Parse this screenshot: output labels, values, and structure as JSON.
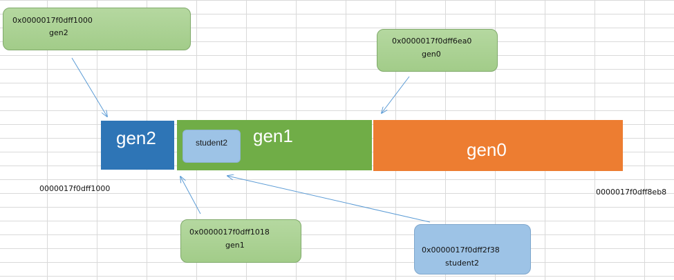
{
  "segments": {
    "gen2": "gen2",
    "gen1": "gen1",
    "gen0": "gen0",
    "student2_inner": "student2"
  },
  "callouts": {
    "gen2": {
      "address": "0x0000017f0dff1000",
      "name": "gen2"
    },
    "gen0": {
      "address": "0x0000017f0dff6ea0",
      "name": "gen0"
    },
    "gen1": {
      "address": "0x0000017f0dff1018",
      "name": "gen1"
    },
    "student2": {
      "address": "0x0000017f0dff2f38",
      "name": "student2"
    }
  },
  "boundary_labels": {
    "start": "0000017f0dff1000",
    "end": "0000017f0dff8eb8"
  },
  "colors": {
    "gen2": "#2e75b6",
    "gen1": "#70ad47",
    "gen0": "#ed7d31",
    "callout_green": "#a9d18e",
    "callout_blue": "#9dc3e6",
    "arrow": "#5b9bd5"
  }
}
